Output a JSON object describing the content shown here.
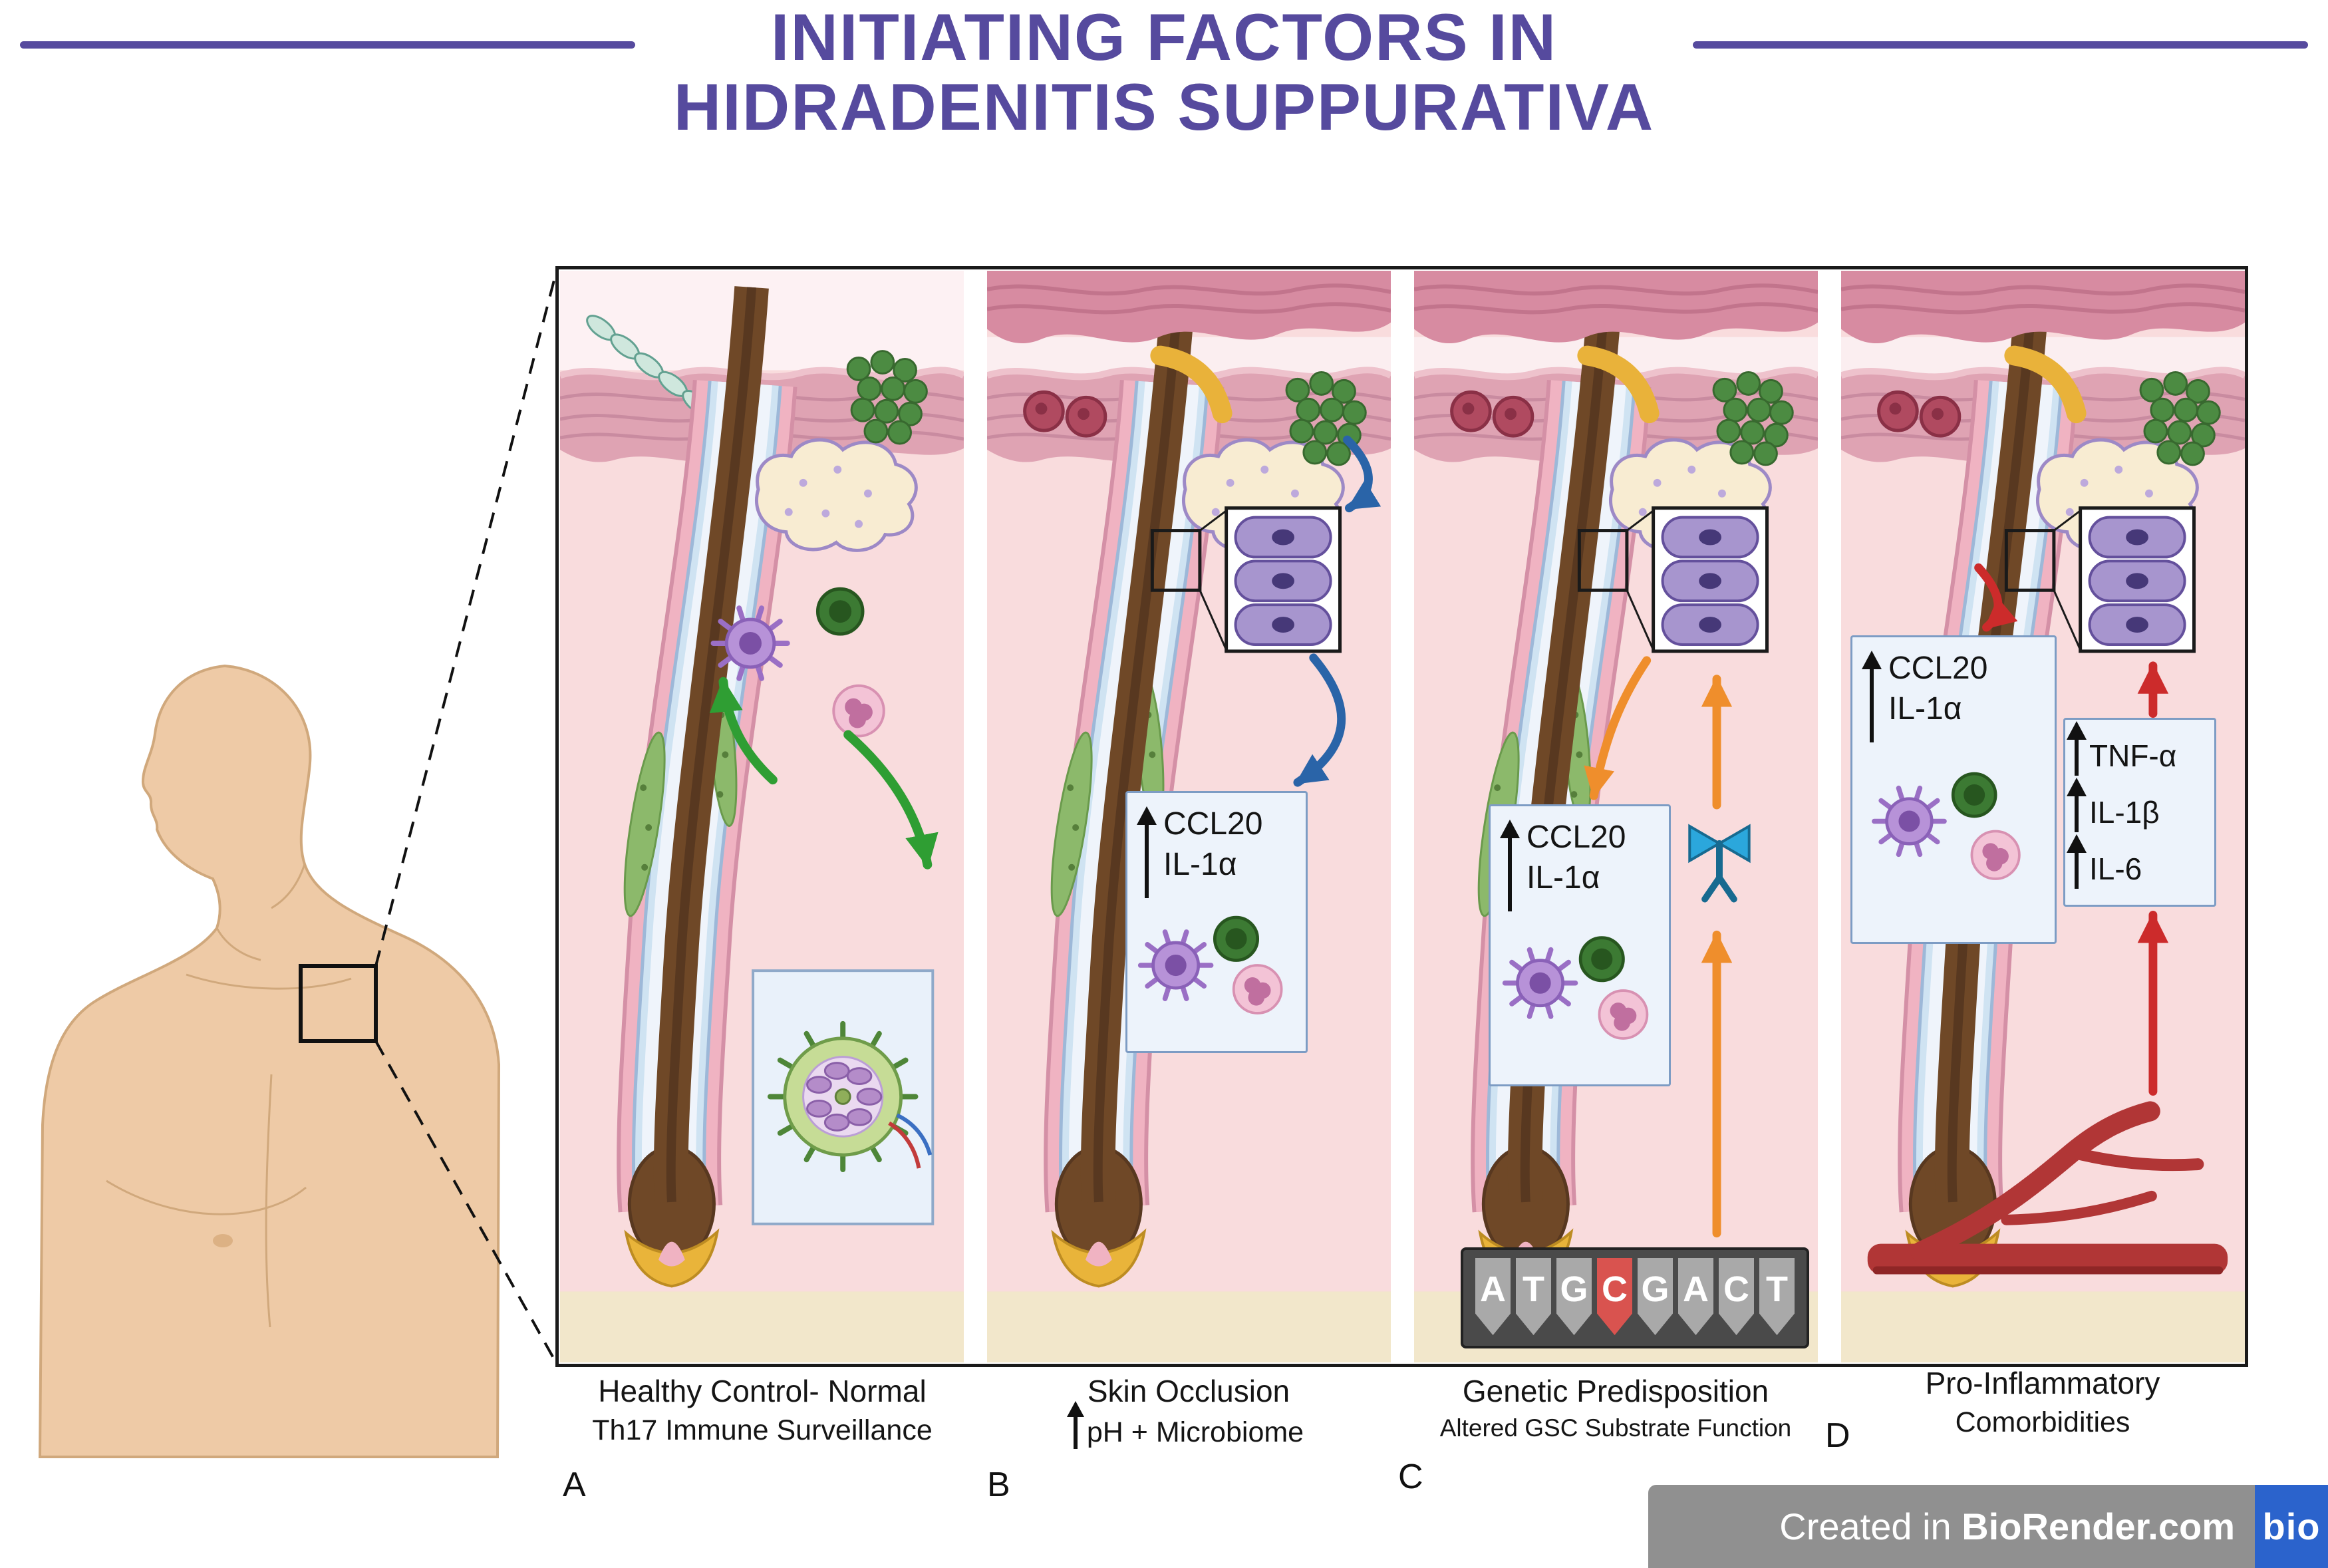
{
  "title": {
    "line1": "INITIATING FACTORS IN",
    "line2": "HIDRADENITIS SUPPURATIVA",
    "color": "#564a9e"
  },
  "panels": {
    "a": {
      "letter": "A",
      "caption1": "Healthy Control- Normal",
      "caption2": "Th17 Immune Surveillance"
    },
    "b": {
      "letter": "B",
      "caption1": "Skin Occlusion",
      "caption2": "pH + Microbiome",
      "caption2_arrow": "↑",
      "cytokines": {
        "arrow": "↑",
        "line1": "CCL20",
        "line2": "IL-1α"
      }
    },
    "c": {
      "letter": "C",
      "caption1": "Genetic Predisposition",
      "caption2": "Altered GSC Substrate Function",
      "cytokines": {
        "arrow": "↑",
        "line1": "CCL20",
        "line2": "IL-1α"
      },
      "dna": {
        "letters": [
          "A",
          "T",
          "G",
          "C",
          "G",
          "A",
          "C",
          "T"
        ],
        "highlight_index": 3,
        "highlight_color": "#d9534f"
      }
    },
    "d": {
      "letter": "D",
      "caption1": "Pro-Inflammatory",
      "caption2": "Comorbidities",
      "cytokines": {
        "arrow": "↑",
        "line1": "CCL20",
        "line2": "IL-1α"
      },
      "tnf_box": {
        "arrow": "↑",
        "lines": [
          "TNF-α",
          "IL-1β",
          "IL-6"
        ]
      }
    }
  },
  "icons": {
    "up_arrow": "↑",
    "magnified_keratinocytes": "zoom-box",
    "scissors_protein": "gamma-secretase-scissors"
  },
  "colors": {
    "title_purple": "#564a9e",
    "arrow_green": "#2f9e33",
    "arrow_blue": "#2a64a8",
    "arrow_orange": "#ef8e2c",
    "arrow_red": "#cc2b2b",
    "badge_gray": "#909090",
    "biorender_blue": "#2b63cc",
    "skin_tone": "#eecaa6",
    "dermis_pink": "#f9dcdd",
    "subcutis_cream": "#f2e7cb"
  },
  "footer": {
    "created_in": "Created in",
    "brand": "BioRender.com",
    "logo_text": "bio"
  }
}
